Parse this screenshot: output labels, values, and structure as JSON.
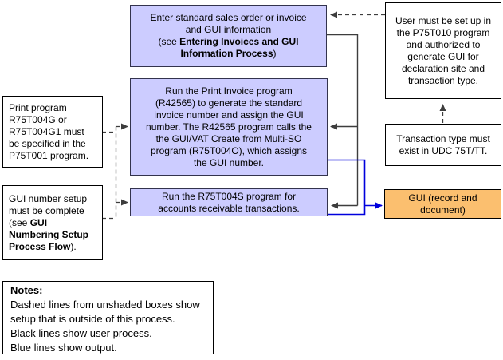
{
  "diagram": {
    "boxes": {
      "enter_invoice": {
        "pre": "Enter standard sales order or invoice\nand GUI information\n(see ",
        "bold": "Entering Invoices and GUI\nInformation Process",
        "post": ")"
      },
      "run_print_invoice": {
        "text": "Run the Print Invoice program\n(R42565) to generate the standard\ninvoice number and assign the GUI\nnumber. The R42565 program calls the\nthe GUI/VAT Create from Multi-SO\nprogram (R75T004O), which assigns\nthe GUI number."
      },
      "run_r75t004s": {
        "text": "Run the R75T004S program for\naccounts receivable transactions."
      },
      "print_program": {
        "text": "Print program\nR75T004G or\nR75T004G1 must\nbe specified in the\nP75T001 program."
      },
      "gui_number_setup": {
        "pre": "GUI number setup\nmust be complete\n(see ",
        "bold": "GUI\nNumbering Setup\nProcess Flow",
        "post": ")."
      },
      "user_setup": {
        "text": "User must be set up in\nthe P75T010 program\nand authorized to\ngenerate GUI for\ndeclaration site and\ntransaction type."
      },
      "transaction_type": {
        "text": "Transaction type must\nexist in UDC 75T/TT."
      },
      "gui_output": {
        "text": "GUI (record and\ndocument)"
      }
    },
    "notes": {
      "title": "Notes:",
      "body": "Dashed lines from unshaded boxes show\nsetup that is outside of this process.\nBlack lines show user process.\nBlue lines show output."
    },
    "colors": {
      "shaded": "#ccccff",
      "output": "#fbbf6f",
      "blue_line": "#0000dd",
      "dark_line": "#3d3d3d"
    }
  }
}
